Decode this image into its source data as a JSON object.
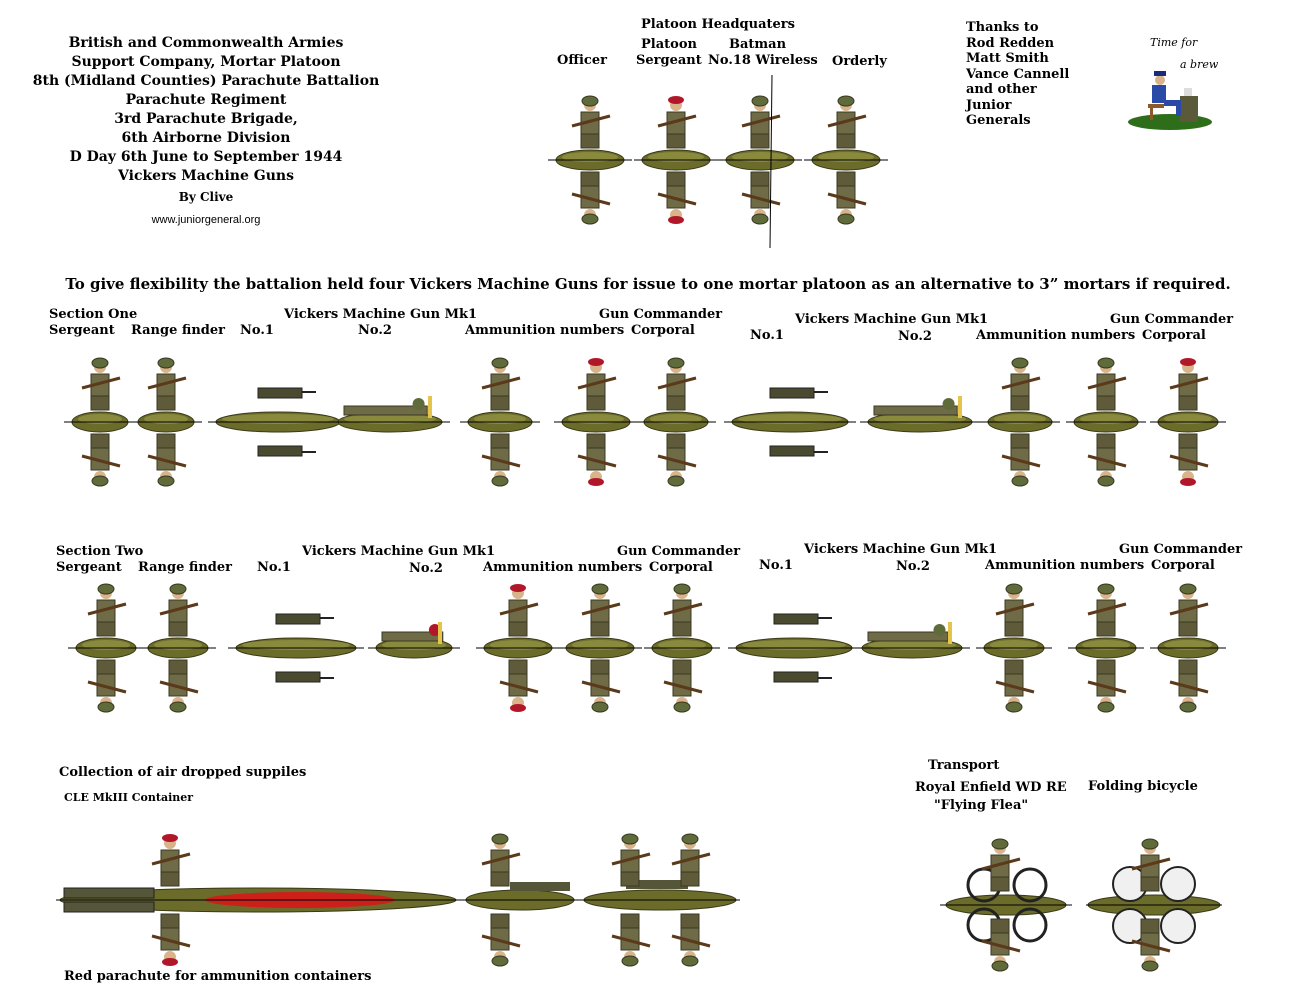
{
  "title": {
    "lines": [
      "British and Commonwealth Armies",
      "Support Company, Mortar Platoon",
      "8th (Midland Counties) Parachute Battalion",
      "Parachute Regiment",
      "3rd Parachute Brigade,",
      "6th Airborne Division",
      "D Day 6th June to September 1944",
      "Vickers Machine Guns"
    ],
    "by": "By Clive",
    "url": "www.juniorgeneral.org"
  },
  "hq": {
    "heading": "Platoon Headquaters",
    "officer": "Officer",
    "sergeant_1": "Platoon",
    "sergeant_2": "Sergeant",
    "batman_1": "Batman",
    "batman_2": "No.18 Wireless",
    "orderly": "Orderly"
  },
  "thanks": {
    "lines": [
      "Thanks to",
      "Rod Redden",
      "Matt Smith",
      "Vance Cannell",
      "and other",
      "Junior",
      "Generals"
    ]
  },
  "tea": {
    "line1": "Time for",
    "line2": "a brew"
  },
  "banner": "To give flexibility the battalion held  four Vickers Machine Guns for issue to one mortar platoon as an alternative to 3” mortars if required.",
  "section_one": {
    "heading": "Section One",
    "sergeant": "Sergeant",
    "range_finder": "Range finder",
    "gun_a": {
      "heading": "Vickers Machine Gun Mk1",
      "no1": "No.1",
      "no2": "No.2",
      "ammo": "Ammunition numbers",
      "commander": "Gun Commander",
      "corporal": "Corporal"
    },
    "gun_b": {
      "heading": "Vickers Machine Gun Mk1",
      "no1": "No.1",
      "no2": "No.2",
      "ammo": "Ammunition numbers",
      "commander": "Gun Commander",
      "corporal": "Corporal"
    }
  },
  "section_two": {
    "heading": "Section Two",
    "sergeant": "Sergeant",
    "range_finder": "Range finder",
    "gun_a": {
      "heading": "Vickers Machine Gun Mk1",
      "no1": "No.1",
      "no2": "No.2",
      "ammo": "Ammunition numbers",
      "commander": "Gun Commander",
      "corporal": "Corporal"
    },
    "gun_b": {
      "heading": "Vickers Machine Gun Mk1",
      "no1": "No.1",
      "no2": "No.2",
      "ammo": "Ammunition numbers",
      "commander": "Gun Commander",
      "corporal": "Corporal"
    }
  },
  "supplies": {
    "heading": "Collection of air dropped suppiles",
    "container": "CLE MkIII Container",
    "parachute": "Red parachute for ammunition containers"
  },
  "transport": {
    "heading": "Transport",
    "motorcycle_1": "Royal Enfield WD RE",
    "motorcycle_2": "\"Flying Flea\"",
    "bicycle": "Folding bicycle"
  },
  "colors": {
    "base": "#6b6b2a",
    "base_light": "#8a8a3e",
    "uniform": "#6f6b46",
    "beret": "#b0182a",
    "skin": "#d9b48a",
    "parachute": "#d81818"
  }
}
